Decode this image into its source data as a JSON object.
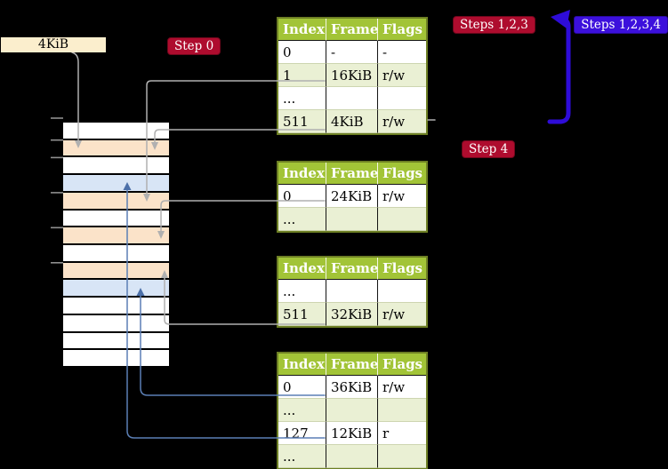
{
  "memory_label": {
    "text": "4KiB"
  },
  "badges": {
    "step0": {
      "label": "Step 0"
    },
    "steps123": {
      "label": "Steps 1,2,3"
    },
    "steps1234": {
      "label": "Steps 1,2,3,4"
    },
    "step4": {
      "label": "Step 4"
    }
  },
  "memory_rows": [
    {
      "type": "free"
    },
    {
      "type": "page-table",
      "frame": "4KiB"
    },
    {
      "type": "free"
    },
    {
      "type": "mapped",
      "frame": "12KiB"
    },
    {
      "type": "page-table",
      "frame": "16KiB"
    },
    {
      "type": "free"
    },
    {
      "type": "page-table",
      "frame": "24KiB"
    },
    {
      "type": "free"
    },
    {
      "type": "page-table",
      "frame": "32KiB"
    },
    {
      "type": "mapped",
      "frame": "36KiB"
    },
    {
      "type": "free"
    },
    {
      "type": "free"
    },
    {
      "type": "free"
    },
    {
      "type": "free"
    }
  ],
  "tables": [
    {
      "id": "level4",
      "headers": [
        "Index",
        "Frame",
        "Flags"
      ],
      "rows": [
        {
          "cells": [
            "0",
            "-",
            "-"
          ],
          "shade": "white",
          "highlight": false
        },
        {
          "cells": [
            "1",
            "16KiB",
            "r/w"
          ],
          "shade": "green",
          "highlight": false
        },
        {
          "cells": [
            "...",
            "",
            ""
          ],
          "shade": "white",
          "highlight": false
        },
        {
          "cells": [
            "511",
            "4KiB",
            "r/w"
          ],
          "shade": "green",
          "highlight": true
        }
      ]
    },
    {
      "id": "level3",
      "headers": [
        "Index",
        "Frame",
        "Flags"
      ],
      "rows": [
        {
          "cells": [
            "0",
            "24KiB",
            "r/w"
          ],
          "shade": "white",
          "highlight": false
        },
        {
          "cells": [
            "...",
            "",
            ""
          ],
          "shade": "green",
          "highlight": false
        }
      ]
    },
    {
      "id": "level2",
      "headers": [
        "Index",
        "Frame",
        "Flags"
      ],
      "rows": [
        {
          "cells": [
            "...",
            "",
            ""
          ],
          "shade": "white",
          "highlight": false
        },
        {
          "cells": [
            "511",
            "32KiB",
            "r/w"
          ],
          "shade": "green",
          "highlight": false
        }
      ]
    },
    {
      "id": "level1",
      "headers": [
        "Index",
        "Frame",
        "Flags"
      ],
      "rows": [
        {
          "cells": [
            "0",
            "36KiB",
            "r/w"
          ],
          "shade": "white",
          "highlight": false
        },
        {
          "cells": [
            "...",
            "",
            ""
          ],
          "shade": "green",
          "highlight": false
        },
        {
          "cells": [
            "127",
            "12KiB",
            "r"
          ],
          "shade": "white",
          "highlight": false
        },
        {
          "cells": [
            "...",
            "",
            ""
          ],
          "shade": "green",
          "highlight": false
        }
      ]
    }
  ],
  "connectors": [
    {
      "from": "4KiB-label",
      "to": "frame-4KiB",
      "color": "gray"
    },
    {
      "from": "level4-entry-1",
      "to": "frame-16KiB",
      "color": "gray"
    },
    {
      "from": "level4-entry-511",
      "to": "frame-4KiB",
      "color": "gray"
    },
    {
      "from": "level3-entry-0",
      "to": "frame-24KiB",
      "color": "gray"
    },
    {
      "from": "level2-entry-511",
      "to": "frame-32KiB",
      "color": "gray"
    },
    {
      "from": "level1-entry-0",
      "to": "frame-36KiB",
      "color": "blue"
    },
    {
      "from": "level1-entry-127",
      "to": "frame-12KiB",
      "color": "blue"
    },
    {
      "from": "level4-table-region",
      "to": "steps-loop",
      "color": "loop-blue"
    }
  ],
  "colors": {
    "header_green": "#a2c437",
    "row_green": "#eaf0d4",
    "highlight_yellow": "#ffff9e",
    "label_cream": "#fbeecd",
    "stripe_orange": "#fbe3c9",
    "stripe_blue": "#d8e5f6",
    "badge_red": "#ae0c2e",
    "badge_blue": "#3c10dc",
    "loop_arrow_blue": "#2e0cd8",
    "connector_gray": "#b0b0b0",
    "connector_blue": "#5b7fb5"
  }
}
